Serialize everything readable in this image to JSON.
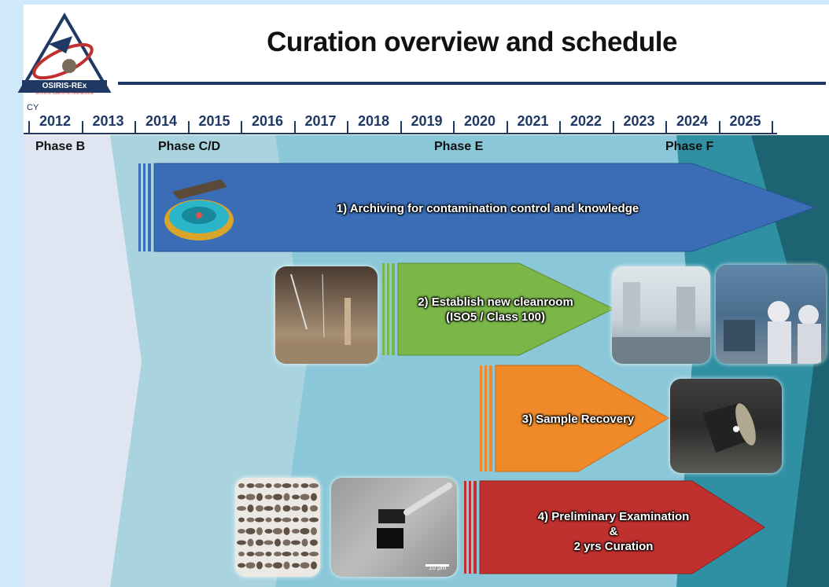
{
  "title": "Curation overview and schedule",
  "logo": {
    "text": "OSIRIS-REx",
    "subtitle": "ASTEROID SAMPLE RETURN MISSION"
  },
  "cy_label": "CY",
  "years": [
    "2012",
    "2013",
    "2014",
    "2015",
    "2016",
    "2017",
    "2018",
    "2019",
    "2020",
    "2021",
    "2022",
    "2023",
    "2024",
    "2025"
  ],
  "phases": [
    "Phase B",
    "Phase C/D",
    "Phase E",
    "Phase F"
  ],
  "tasks": [
    {
      "line1": "1) Archiving for contamination control and knowledge",
      "line2": "",
      "line3": "",
      "color": "#3a6db5"
    },
    {
      "line1": "2) Establish new cleanroom",
      "line2": "(ISO5 / Class 100)",
      "line3": "",
      "color": "#7ab648"
    },
    {
      "line1": "3) Sample Recovery",
      "line2": "",
      "line3": "",
      "color": "#f08a28"
    },
    {
      "line1": "4) Preliminary Examination",
      "line2": "&",
      "line3": "2 yrs Curation",
      "color": "#c0302e"
    }
  ],
  "scale_label": "10 µm"
}
